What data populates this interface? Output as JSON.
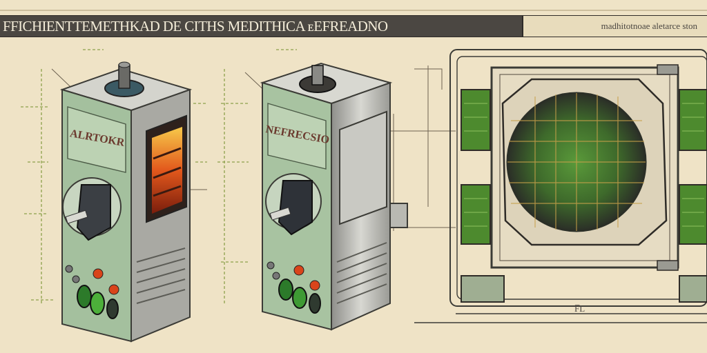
{
  "header": {
    "title": "FFICHIENTTEMETHKAD DE CITHS MEDITHICA ᴇEFREADNO",
    "subtitle": "madhitotnoae aletarce ston"
  },
  "left_device": {
    "panel_label": "ALRTOKR"
  },
  "middle_device": {
    "panel_label": "NEFRECSIO"
  },
  "footer": {
    "label": "F̅L"
  },
  "colors": {
    "background": "#efe3c6",
    "header_bar": "#4b4742",
    "panel_green": "#9bb89a",
    "metal": "#b7b7b1",
    "fan_grill": "#5a9a3a",
    "heater_glow": "#e2581c",
    "lamp_green": "#4caf3a",
    "lamp_red": "#d9441a"
  },
  "icons": [
    "knob-icon",
    "plug-icon",
    "fan-icon",
    "indicator-lamp-icon"
  ]
}
